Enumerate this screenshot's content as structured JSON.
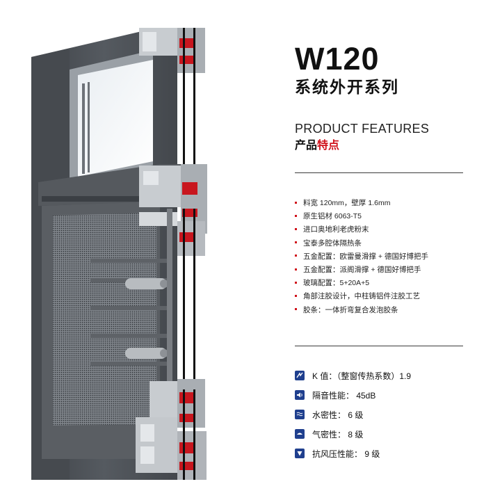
{
  "product": {
    "model": "W120",
    "series": "系统外开系列"
  },
  "features_heading": {
    "english": "PRODUCT FEATURES",
    "chinese_part1": "产品",
    "chinese_part2": "特点"
  },
  "features": [
    "料宽 120mm，壁厚 1.6mm",
    "原生铝材 6063-T5",
    "进口奥地利老虎粉末",
    "宝泰多腔体隔热条",
    "五金配置：欧雷曼滑撑 + 德国好博把手",
    "五金配置：派阁滑撑 + 德国好博把手",
    "玻璃配置：5+20A+5",
    "角部注胶设计，中柱铸铝件注胶工艺",
    "胶条：一体折弯复合发泡胶条"
  ],
  "specs": [
    {
      "icon": "thermal-icon",
      "text": "K 值：（整窗传热系数）1.9"
    },
    {
      "icon": "sound-icon",
      "text": "隔音性能：  45dB"
    },
    {
      "icon": "water-icon",
      "text": "水密性：  6 级"
    },
    {
      "icon": "air-icon",
      "text": "气密性：  8 级"
    },
    {
      "icon": "wind-icon",
      "text": "抗风压性能：  9 级"
    }
  ],
  "colors": {
    "accent_red": "#d0121b",
    "icon_blue": "#1f3f8e",
    "frame_gray": "#4a4e53"
  }
}
